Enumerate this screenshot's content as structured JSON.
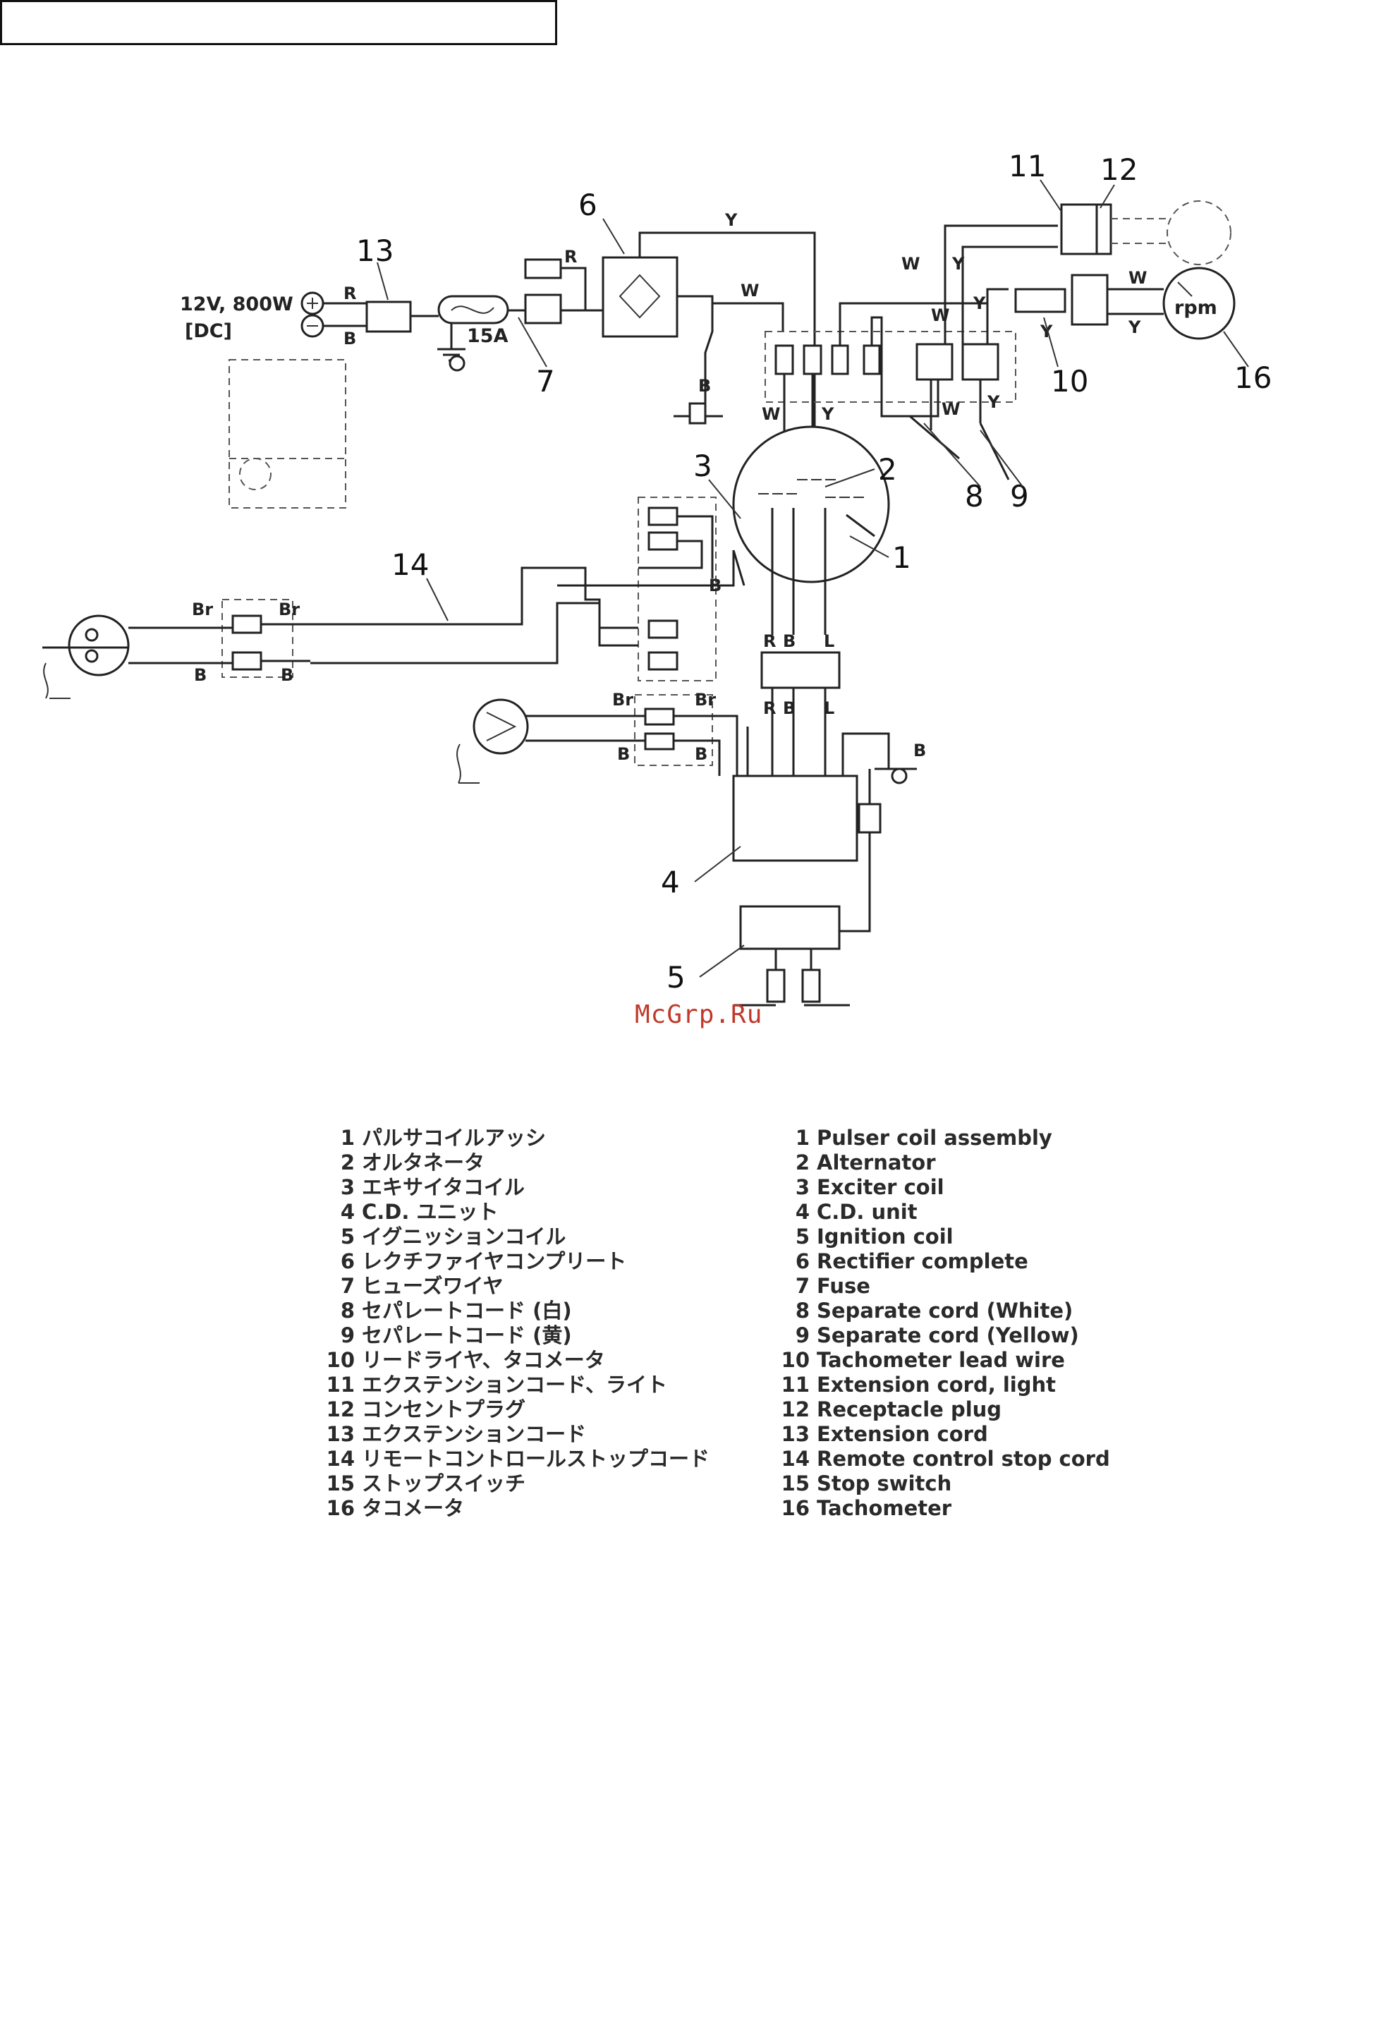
{
  "header": {
    "box_text": ""
  },
  "diagram": {
    "battery_spec_line1": "12V, 800W",
    "battery_spec_line2": "[DC]",
    "fuse_rating": "15A",
    "tachometer_face": "rpm",
    "wire_codes": {
      "red": "R",
      "black": "B",
      "white": "W",
      "yellow": "Y",
      "blue": "L",
      "brown": "Br"
    },
    "callouts": [
      "1",
      "2",
      "3",
      "4",
      "5",
      "6",
      "7",
      "8",
      "9",
      "10",
      "11",
      "12",
      "13",
      "14",
      "16"
    ]
  },
  "watermark": "McGrp.Ru",
  "legend": {
    "japanese": [
      {
        "num": "1",
        "text": "パルサコイルアッシ"
      },
      {
        "num": "2",
        "text": "オルタネータ"
      },
      {
        "num": "3",
        "text": "エキサイタコイル"
      },
      {
        "num": "4",
        "text": "C.D. ユニット"
      },
      {
        "num": "5",
        "text": "イグニッションコイル"
      },
      {
        "num": "6",
        "text": "レクチファイヤコンプリート"
      },
      {
        "num": "7",
        "text": "ヒューズワイヤ"
      },
      {
        "num": "8",
        "text": "セパレートコード (白)"
      },
      {
        "num": "9",
        "text": "セパレートコード (黄)"
      },
      {
        "num": "10",
        "text": "リードライヤ、タコメータ"
      },
      {
        "num": "11",
        "text": "エクステンションコード、ライト"
      },
      {
        "num": "12",
        "text": "コンセントプラグ"
      },
      {
        "num": "13",
        "text": "エクステンションコード"
      },
      {
        "num": "14",
        "text": "リモートコントロールストップコード"
      },
      {
        "num": "15",
        "text": "ストップスイッチ"
      },
      {
        "num": "16",
        "text": "タコメータ"
      }
    ],
    "english": [
      {
        "num": "1",
        "text": "Pulser coil assembly"
      },
      {
        "num": "2",
        "text": "Alternator"
      },
      {
        "num": "3",
        "text": "Exciter coil"
      },
      {
        "num": "4",
        "text": "C.D. unit"
      },
      {
        "num": "5",
        "text": "Ignition coil"
      },
      {
        "num": "6",
        "text": "Rectifier complete"
      },
      {
        "num": "7",
        "text": "Fuse"
      },
      {
        "num": "8",
        "text": "Separate cord (White)"
      },
      {
        "num": "9",
        "text": "Separate cord (Yellow)"
      },
      {
        "num": "10",
        "text": "Tachometer lead wire"
      },
      {
        "num": "11",
        "text": "Extension cord, light"
      },
      {
        "num": "12",
        "text": "Receptacle plug"
      },
      {
        "num": "13",
        "text": "Extension cord"
      },
      {
        "num": "14",
        "text": "Remote control stop cord"
      },
      {
        "num": "15",
        "text": "Stop switch"
      },
      {
        "num": "16",
        "text": "Tachometer"
      }
    ]
  }
}
